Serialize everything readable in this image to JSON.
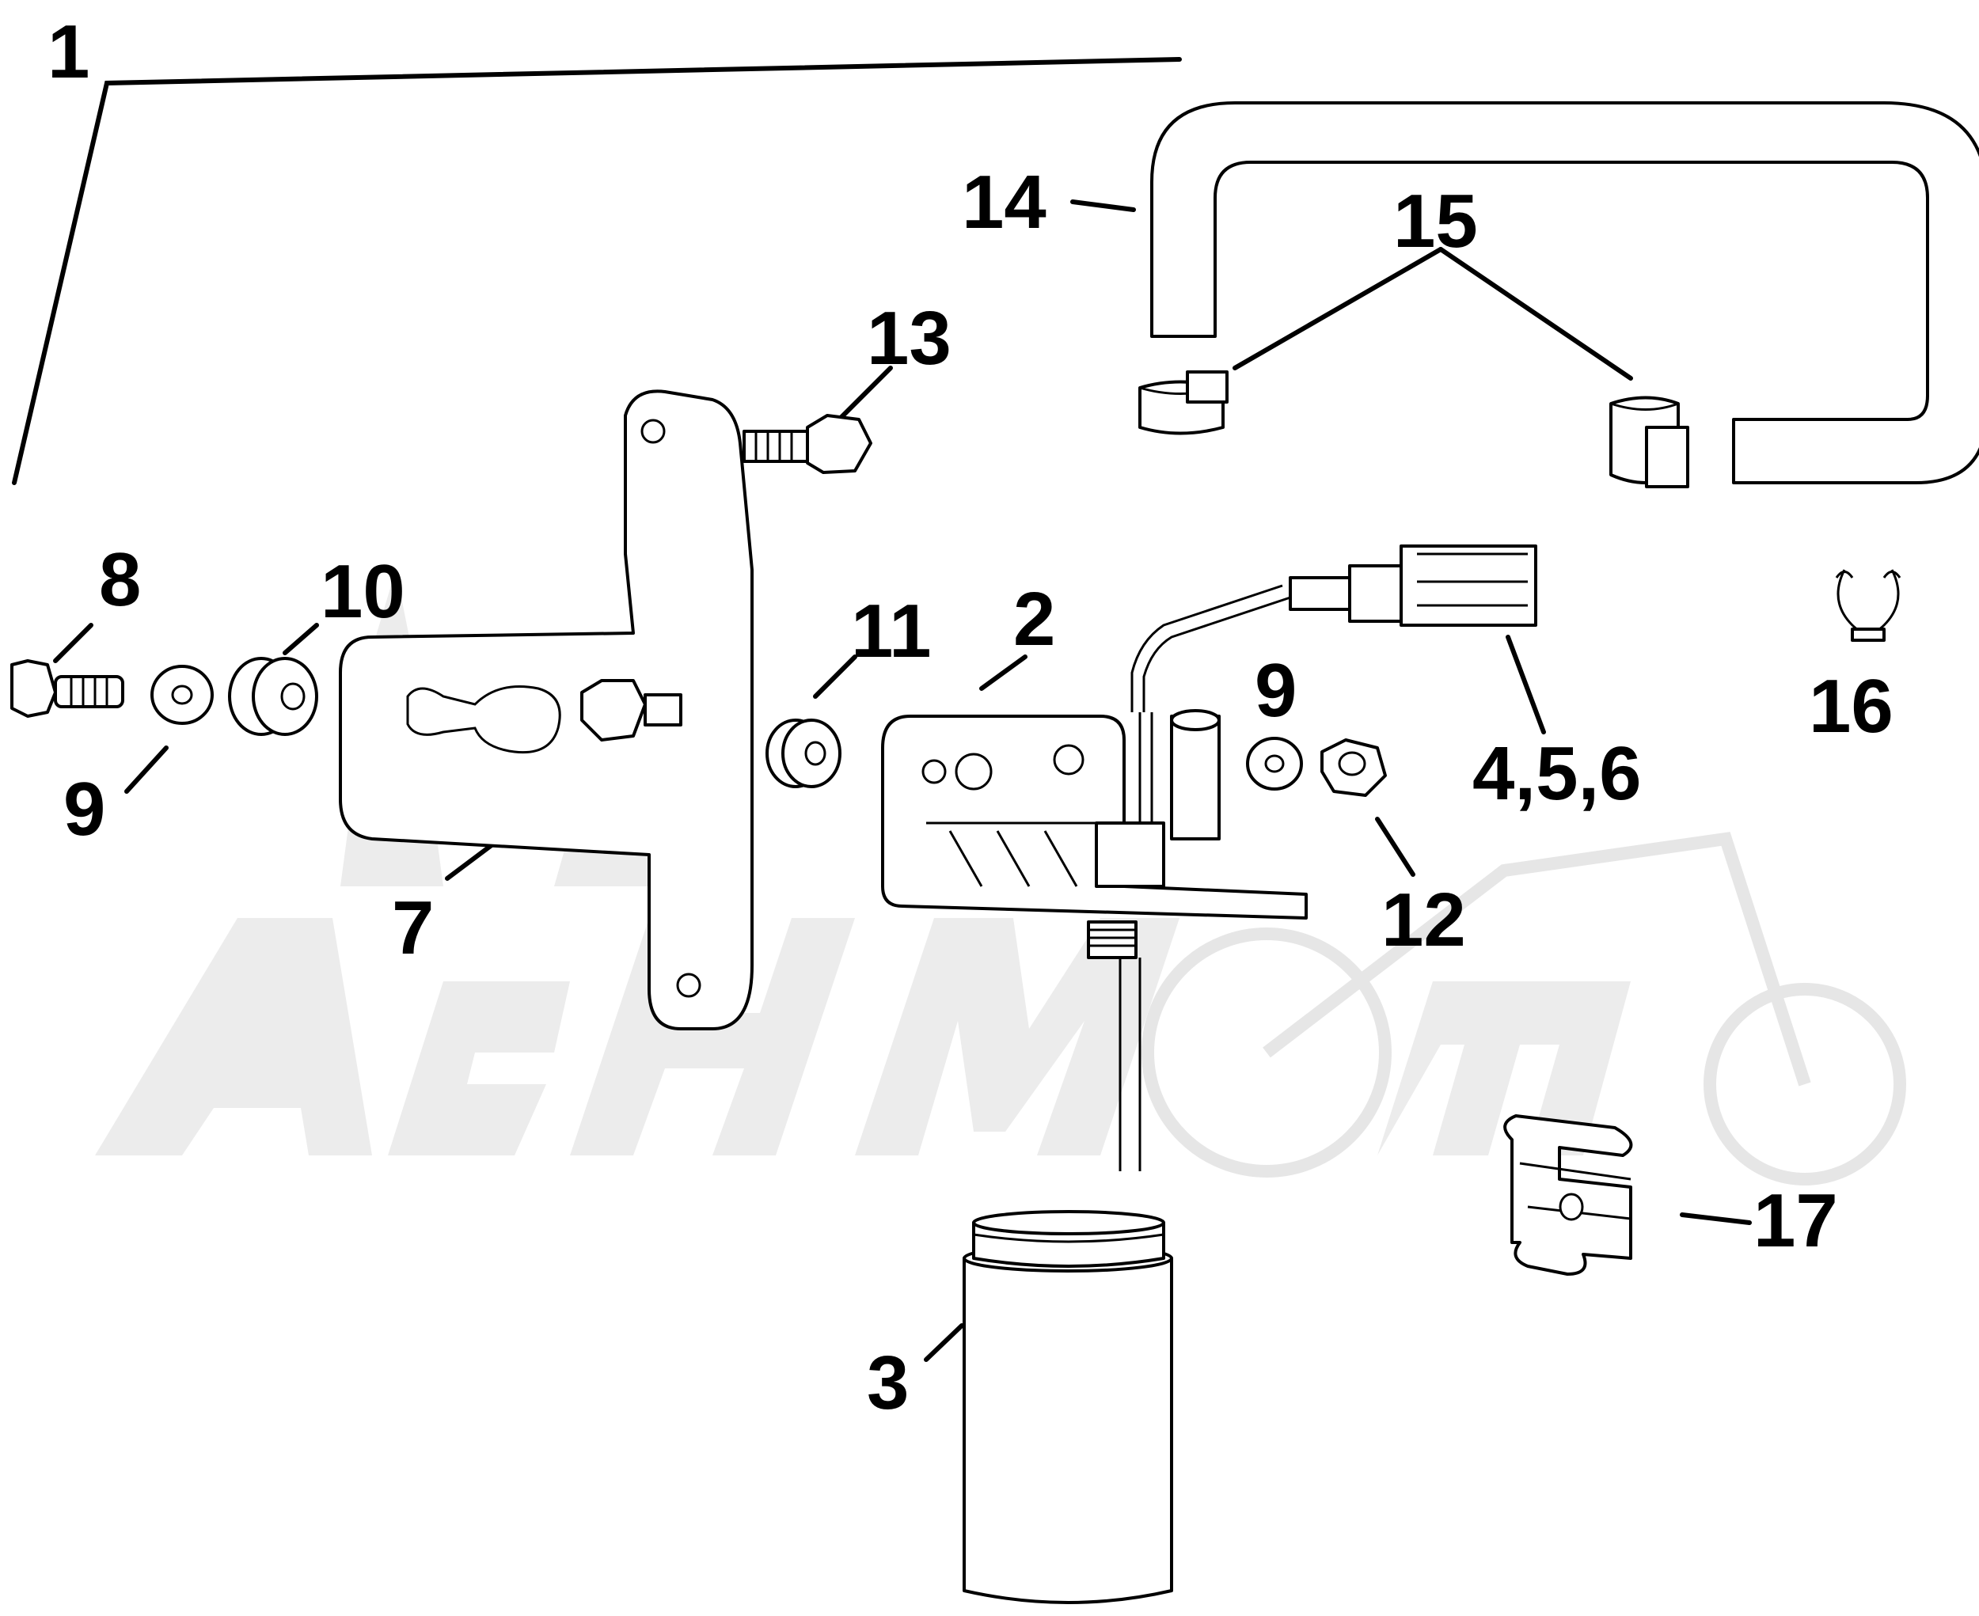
{
  "callouts": {
    "c1": "1",
    "c2": "2",
    "c3": "3",
    "c456": "4,5,6",
    "c7": "7",
    "c8": "8",
    "c9a": "9",
    "c9b": "9",
    "c10": "10",
    "c11": "11",
    "c12": "12",
    "c13": "13",
    "c14": "14",
    "c15": "15",
    "c16": "16",
    "c17": "17"
  },
  "watermark": {
    "text": "AeHMoto"
  },
  "colors": {
    "ink": "#000000",
    "paper": "#ffffff",
    "watermark": "#ececec"
  }
}
